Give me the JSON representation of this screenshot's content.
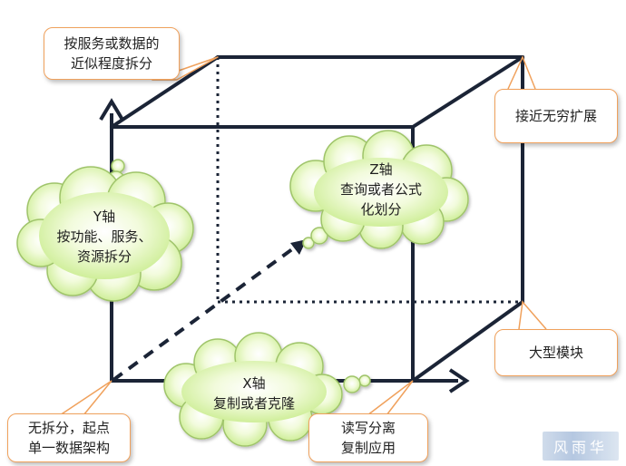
{
  "callouts": {
    "top_left": [
      "按服务或数据的",
      "近似程度拆分"
    ],
    "top_right": [
      "接近无穷扩展"
    ],
    "right_mid": [
      "大型模块"
    ],
    "bottom_left": [
      "无拆分，起点",
      "单一数据架构"
    ],
    "bottom_mid": [
      "读写分离",
      "复制应用"
    ]
  },
  "clouds": {
    "y": [
      "Y轴",
      "按功能、服务、",
      "资源拆分"
    ],
    "z": [
      "Z轴",
      "查询或者公式",
      "化划分"
    ],
    "x": [
      "X轴",
      "复制或者克隆"
    ]
  },
  "watermark": "风雨华",
  "colors": {
    "callout_border": "#f0a15c",
    "cloud_fill": "#e8f7c4",
    "cloud_stroke": "#9fc46a",
    "cube_line": "#1b2436"
  }
}
